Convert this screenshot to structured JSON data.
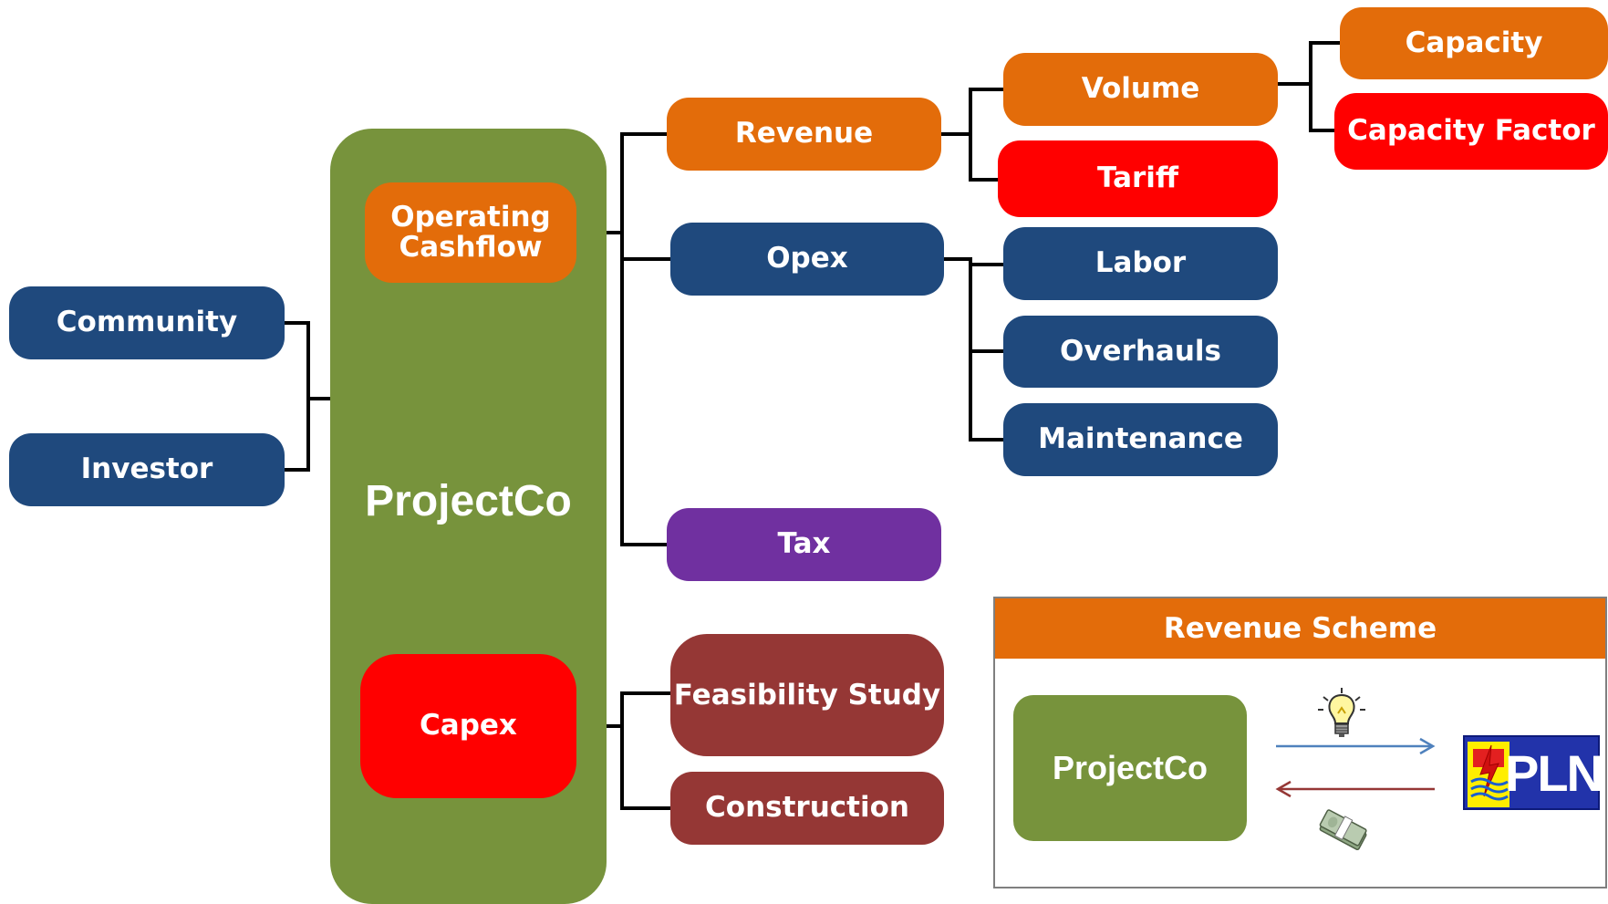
{
  "diagram": {
    "stakeholders": {
      "community": "Community",
      "investor": "Investor"
    },
    "project": {
      "name": "ProjectCo",
      "operating_cashflow": "Operating Cashflow",
      "capex": "Capex"
    },
    "cashflow_items": {
      "revenue": "Revenue",
      "opex": "Opex",
      "tax": "Tax"
    },
    "revenue_items": {
      "volume": "Volume",
      "tariff": "Tariff"
    },
    "volume_items": {
      "capacity": "Capacity",
      "capacity_factor": "Capacity Factor"
    },
    "opex_items": {
      "labor": "Labor",
      "overhauls": "Overhauls",
      "maintenance": "Maintenance"
    },
    "capex_items": {
      "feasibility_study": "Feasibility Study",
      "construction": "Construction"
    },
    "revenue_scheme": {
      "title": "Revenue Scheme",
      "party": "ProjectCo",
      "counterparty_logo_text": "PLN",
      "flow_icons": [
        "lightbulb-icon",
        "cash-icon"
      ]
    }
  },
  "colors": {
    "blue": "#1f497d",
    "orange": "#e36c0a",
    "red": "#ff0000",
    "purple": "#7030a0",
    "maroon": "#953735",
    "green": "#77933c",
    "arrow_blue": "#4f81bd",
    "arrow_red": "#953735"
  }
}
